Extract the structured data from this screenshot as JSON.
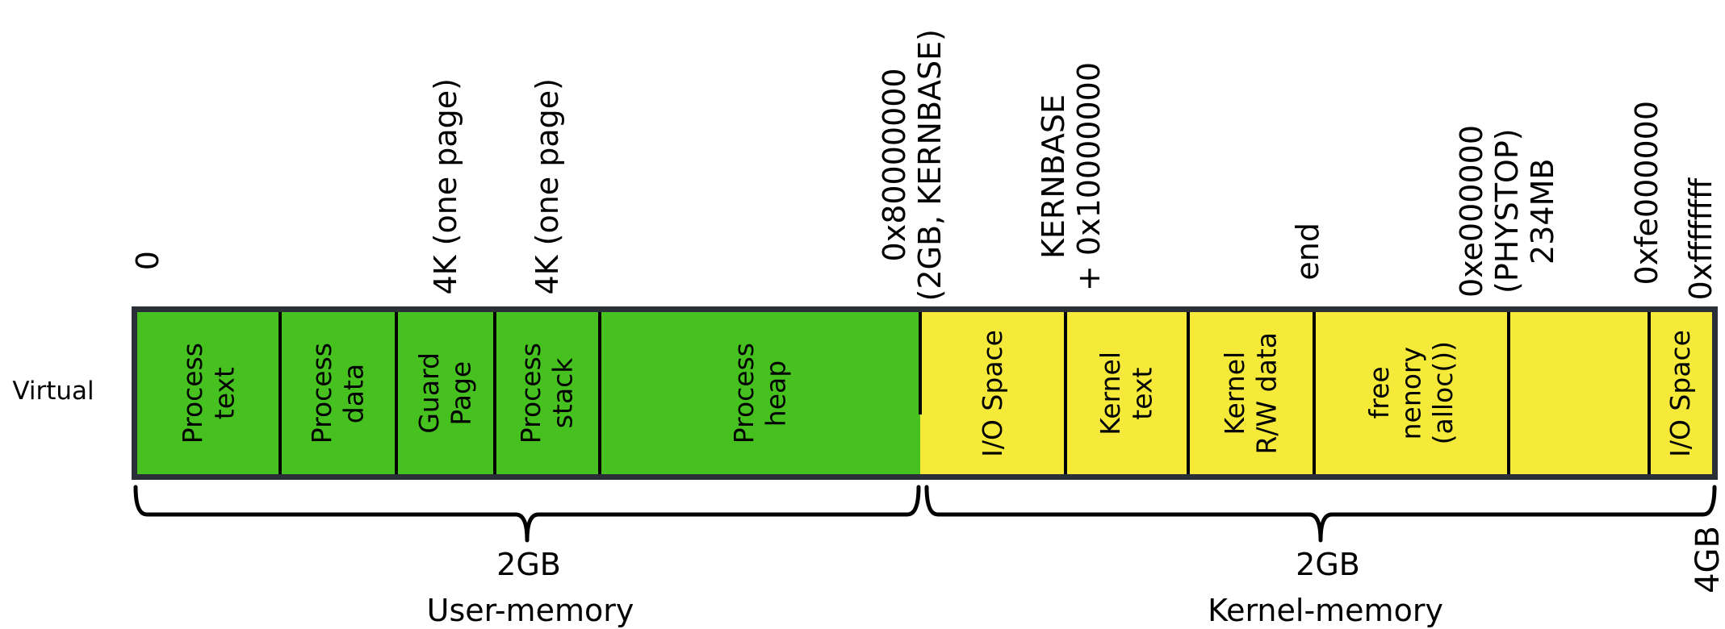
{
  "diagram_title": "Virtual",
  "colors": {
    "user_green": "#47c120",
    "kernel_yellow": "#f5ea3a",
    "outline": "#2b2f38",
    "divider": "#000000"
  },
  "segments": {
    "process_text": {
      "line1": "Process",
      "line2": "text"
    },
    "process_data": {
      "line1": "Process",
      "line2": "data"
    },
    "guard_page": {
      "line1": "Guard",
      "line2": "Page"
    },
    "process_stack": {
      "line1": "Process",
      "line2": "stack"
    },
    "process_heap": {
      "line1": "Process",
      "line2": "heap"
    },
    "io_space_low": {
      "line1": "I/O Space"
    },
    "kernel_text": {
      "line1": "Kernel",
      "line2": "text"
    },
    "kernel_rw_data": {
      "line1": "Kernel",
      "line2": "R/W data"
    },
    "free_memory": {
      "line1": "free",
      "line2": "nenory",
      "line3": "(alloc())"
    },
    "io_space_high": {
      "line1": "I/O Space"
    }
  },
  "address_labels": {
    "zero": "0",
    "guard_page_size": "4K (one page)",
    "stack_size": "4K (one page)",
    "kernbase": {
      "line1": "0x80000000",
      "line2": "(2GB, KERNBASE)"
    },
    "kernel_text_start": {
      "line1": "KERNBASE",
      "line2": "+ 0x10000000"
    },
    "end": "end",
    "phystop": {
      "line1": "0xe000000",
      "line2": "(PHYSTOP)",
      "line3": "234MB"
    },
    "devspace": "0xfe000000",
    "top_of_memory": "0xffffffff"
  },
  "braces": {
    "user": {
      "size": "2GB",
      "name": "User-memory"
    },
    "kernel": {
      "size": "2GB",
      "name": "Kernel-memory"
    },
    "total": "4GB"
  }
}
